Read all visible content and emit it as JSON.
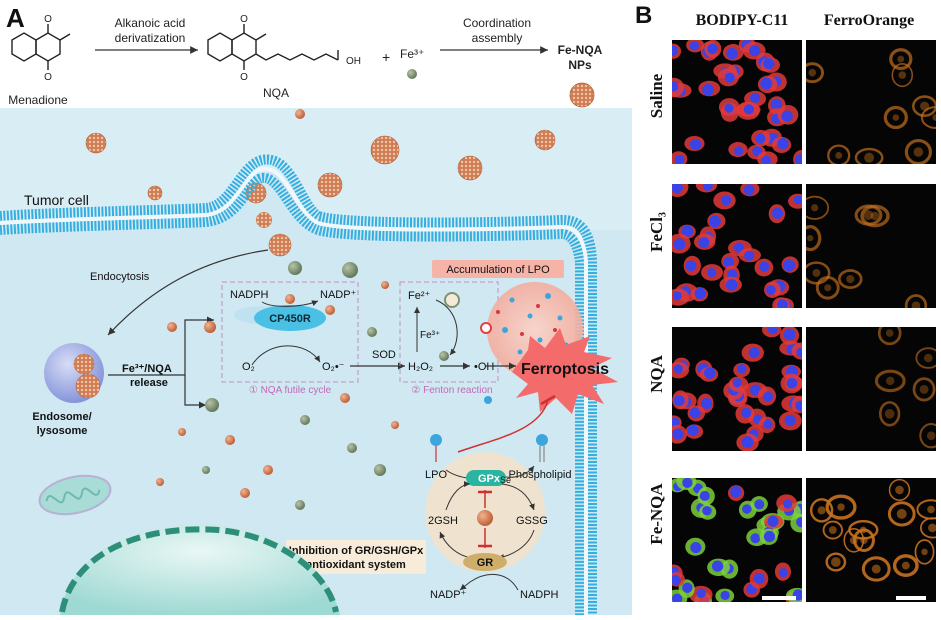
{
  "panel_a": {
    "label": "A",
    "synthesis": {
      "menadione": "Menadione",
      "step1_line1": "Alkanoic acid",
      "step1_line2": "derivatization",
      "nqa": "NQA",
      "acid": "OH",
      "plus": "+",
      "fe3": "Fe³⁺",
      "step2_line1": "Coordination",
      "step2_line2": "assembly",
      "product_line1": "Fe-NQA",
      "product_line2": "NPs"
    },
    "cell": {
      "tumor_cell": "Tumor cell",
      "endocytosis": "Endocytosis",
      "endosome_line1": "Endosome/",
      "endosome_line2": "lysosome",
      "release_line1": "Fe³⁺/NQA",
      "release_line2": "release",
      "nadph": "NADPH",
      "nadp": "NADP⁺",
      "cp450r": "CP450R",
      "o2": "O₂",
      "o2_radical": "O₂•⁻",
      "cycle_label": "① NQA futile cycle",
      "sod": "SOD",
      "h2o2": "H₂O₂",
      "oh_radical": "•OH",
      "fe2": "Fe²⁺",
      "fe3": "Fe³⁺",
      "fenton_label": "② Fenton reaction",
      "lpo_accum": "Accumulation of LPO",
      "ferroptosis": "Ferroptosis",
      "lpo": "LPO",
      "phospholipid": "Phospholipid",
      "gpx": "GPx",
      "se": "Se",
      "gsh": "2GSH",
      "gssg": "GSSG",
      "gr": "GR",
      "gr_nadp": "NADP⁺",
      "gr_nadph": "NADPH",
      "inhibition_line1": "Inhibition of GR/GSH/GPx",
      "inhibition_line2": "antioxidant system"
    },
    "colors": {
      "background": "#dbeef5",
      "membrane": "#2fa7dc",
      "particle_fe": "#d9835a",
      "particle_green": "#7e9272",
      "ferroptosis": "#f36b6b",
      "lpo_box": "#f6b3a8",
      "cycle_text": "#c06ab8"
    }
  },
  "panel_b": {
    "label": "B",
    "columns": [
      "BODIPY-C11",
      "FerroOrange"
    ],
    "rows": [
      "Saline",
      "FeCl₃",
      "NQA",
      "Fe-NQA"
    ],
    "colors": {
      "bodipy_red": "#e23a3a",
      "bodipy_green": "#7bd13a",
      "nucleus": "#3a44e6",
      "ferro_orange": "#c9731f"
    }
  }
}
